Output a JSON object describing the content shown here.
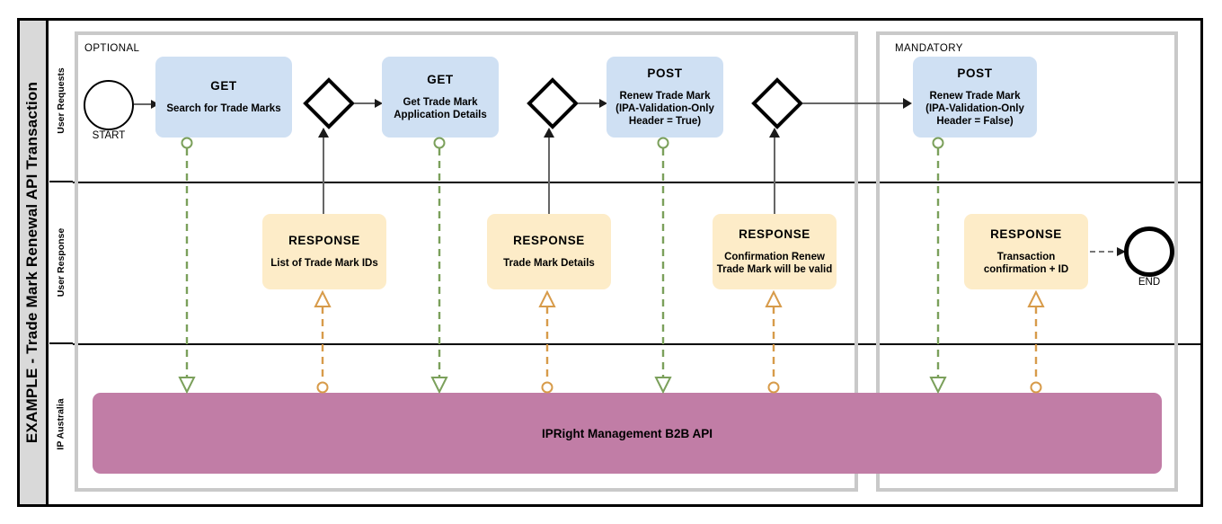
{
  "diagram": {
    "title": "EXAMPLE - Trade Mark Renewal API Transaction",
    "type": "bpmn-swimlane"
  },
  "lanes": [
    {
      "id": "user-requests",
      "label": "User Requests"
    },
    {
      "id": "user-response",
      "label": "User Response"
    },
    {
      "id": "ip-australia",
      "label": "IP Australia"
    }
  ],
  "groups": [
    {
      "id": "optional",
      "label": "OPTIONAL"
    },
    {
      "id": "mandatory",
      "label": "MANDATORY"
    }
  ],
  "events": [
    {
      "id": "start",
      "label": "START",
      "type": "start-event"
    },
    {
      "id": "end",
      "label": "END",
      "type": "end-event"
    }
  ],
  "requests": [
    {
      "id": "req-1",
      "verb": "GET",
      "desc": "Search for Trade Marks"
    },
    {
      "id": "req-2",
      "verb": "GET",
      "desc": "Get Trade Mark\nApplication Details"
    },
    {
      "id": "req-3",
      "verb": "POST",
      "desc": "Renew Trade Mark\n(IPA-Validation-Only\nHeader = True)"
    },
    {
      "id": "req-4",
      "verb": "POST",
      "desc": "Renew Trade Mark\n(IPA-Validation-Only\nHeader = False)"
    }
  ],
  "responses": [
    {
      "id": "res-1",
      "verb": "RESPONSE",
      "desc": "List of Trade Mark IDs"
    },
    {
      "id": "res-2",
      "verb": "RESPONSE",
      "desc": "Trade Mark Details"
    },
    {
      "id": "res-3",
      "verb": "RESPONSE",
      "desc": "Confirmation Renew\nTrade Mark will be valid"
    },
    {
      "id": "res-4",
      "verb": "RESPONSE",
      "desc": "Transaction\nconfirmation + ID"
    }
  ],
  "gateways": [
    {
      "id": "gw-1",
      "type": "exclusive-gateway"
    },
    {
      "id": "gw-2",
      "type": "exclusive-gateway"
    },
    {
      "id": "gw-3",
      "type": "exclusive-gateway"
    }
  ],
  "system": {
    "id": "b2b-api",
    "label": "IPRight Management B2B API"
  },
  "colors": {
    "request_fill": "#cfe0f3",
    "response_fill": "#fdecc8",
    "system_fill": "#c17da6",
    "group_border": "#c9c9c9",
    "request_flow": "#7ba05b",
    "response_flow": "#d79b4a",
    "sequence_flow": "#666666",
    "frame": "#000000",
    "title_band": "#d9d9d9"
  },
  "message_flows": [
    {
      "from": "req-1",
      "to": "b2b-api",
      "style": "request",
      "direction": "down"
    },
    {
      "from": "b2b-api",
      "to": "res-1",
      "style": "response",
      "direction": "up"
    },
    {
      "from": "req-2",
      "to": "b2b-api",
      "style": "request",
      "direction": "down"
    },
    {
      "from": "b2b-api",
      "to": "res-2",
      "style": "response",
      "direction": "up"
    },
    {
      "from": "req-3",
      "to": "b2b-api",
      "style": "request",
      "direction": "down"
    },
    {
      "from": "b2b-api",
      "to": "res-3",
      "style": "response",
      "direction": "up"
    },
    {
      "from": "req-4",
      "to": "b2b-api",
      "style": "request",
      "direction": "down"
    },
    {
      "from": "b2b-api",
      "to": "res-4",
      "style": "response",
      "direction": "up"
    }
  ]
}
